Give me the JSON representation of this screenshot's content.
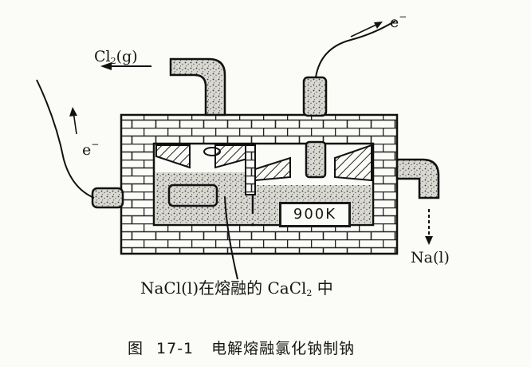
{
  "labels": {
    "cl2_prefix": "Cl",
    "cl2_sub": "2",
    "cl2_state": "(g)",
    "electron_top": "e",
    "electron_top_sign": "−",
    "electron_left": "e",
    "electron_left_sign": "−",
    "sodium_output": "Na(l)",
    "temperature": "900K",
    "electrolyte_prefix": "NaCl(l)在熔融的 CaCl",
    "electrolyte_sub": "2",
    "electrolyte_suffix": " 中"
  },
  "caption": {
    "prefix": "图",
    "number": "17-1",
    "title": "电解熔融氯化钠制钠"
  },
  "colors": {
    "ink": "#161616",
    "paper": "#fbfbf7",
    "speckle": "#cfcfc8"
  }
}
